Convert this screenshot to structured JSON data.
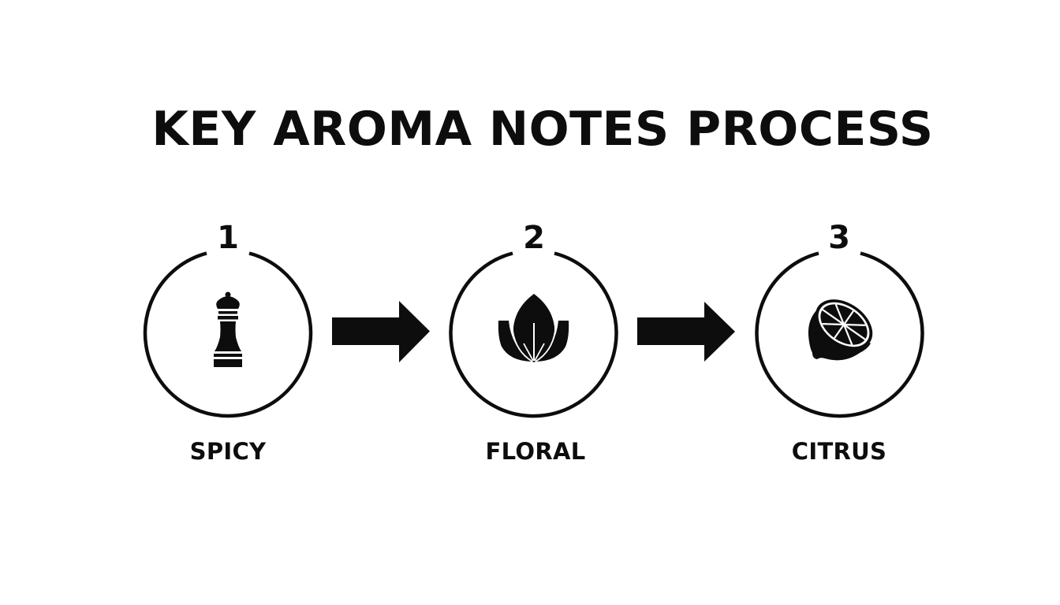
{
  "title": "KEY AROMA NOTES PROCESS",
  "colors": {
    "background": "#ffffff",
    "ink": "#0d0d0d"
  },
  "steps": [
    {
      "number": "1",
      "label": "SPICY",
      "icon": "pepper-mill-icon"
    },
    {
      "number": "2",
      "label": "FLORAL",
      "icon": "lotus-leaf-icon"
    },
    {
      "number": "3",
      "label": "CITRUS",
      "icon": "lemon-half-icon"
    }
  ],
  "connectors": [
    {
      "from": "1",
      "to": "2",
      "icon": "arrow-right-icon"
    },
    {
      "from": "2",
      "to": "3",
      "icon": "arrow-right-icon"
    }
  ]
}
